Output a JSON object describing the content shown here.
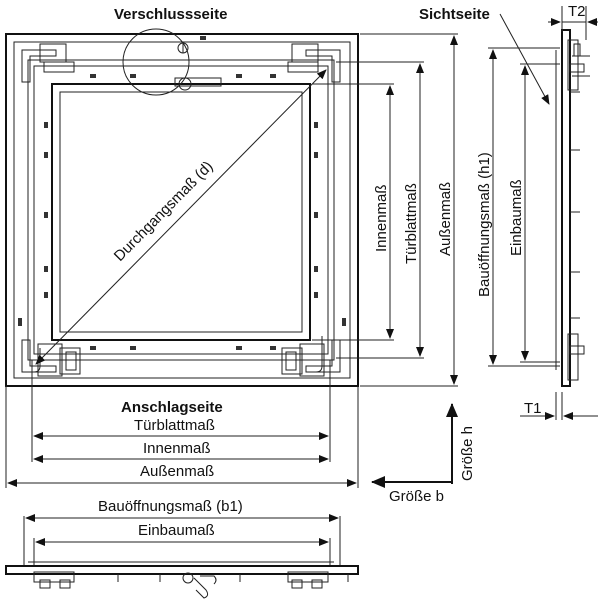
{
  "top_labels": {
    "closure_side": "Verschlussseite",
    "visible_side": "Sichtseite",
    "t2": "T2"
  },
  "front_view": {
    "diagonal": "Durchgangsmaß (d)",
    "vertical": {
      "inner": "Innenmaß",
      "leaf": "Türblattmaß",
      "outer": "Außenmaß"
    },
    "hinge_side": "Anschlagseite",
    "horizontal": {
      "leaf": "Türblattmaß",
      "inner": "Innenmaß",
      "outer": "Außenmaß"
    }
  },
  "side_view": {
    "opening_h1": "Bauöffnungsmaß (h1)",
    "installation": "Einbaumaß",
    "t1": "T1"
  },
  "axes": {
    "size_h": "Größe h",
    "size_b": "Größe b"
  },
  "bottom_view": {
    "opening_b1": "Bauöffnungsmaß (b1)",
    "installation": "Einbaumaß"
  }
}
